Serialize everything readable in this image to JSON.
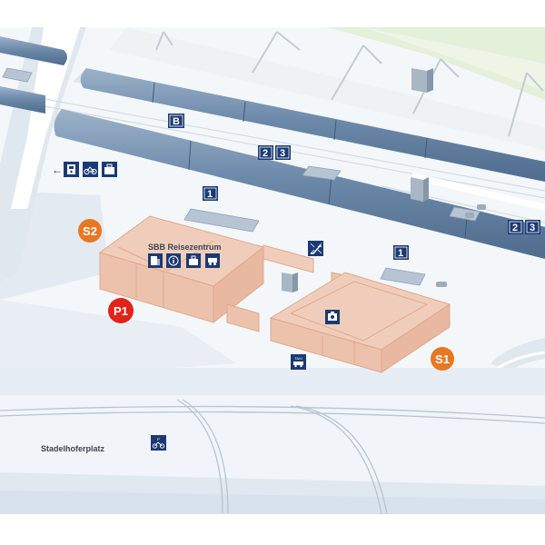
{
  "map": {
    "place_label": "Stadelhoferplatz",
    "travel_centre_label": "SBB Reisezentrum",
    "direction_arrow": "←",
    "platforms": {
      "b": "B",
      "one_left": "1",
      "one_right": "1",
      "two_a": "2",
      "three_a": "3",
      "two_b": "2",
      "three_b": "3"
    },
    "markers": {
      "s2": "S2",
      "s1": "S1",
      "p1": "P1"
    },
    "colors": {
      "platform_sign": "#1b3a73",
      "train": "#6e8aaa",
      "building": "#ecc2ad",
      "marker_orange": "#e87722",
      "marker_red": "#e2231a",
      "ground": "#eef3f8",
      "water": "#e3ebf3",
      "green": "#e4f0d9"
    },
    "icons": [
      "ticket-machine-icon",
      "bicycle-icon",
      "luggage-icon",
      "info-icon",
      "escalator-icon",
      "ticket-icon",
      "taxi-icon",
      "bike-parking-icon"
    ]
  }
}
